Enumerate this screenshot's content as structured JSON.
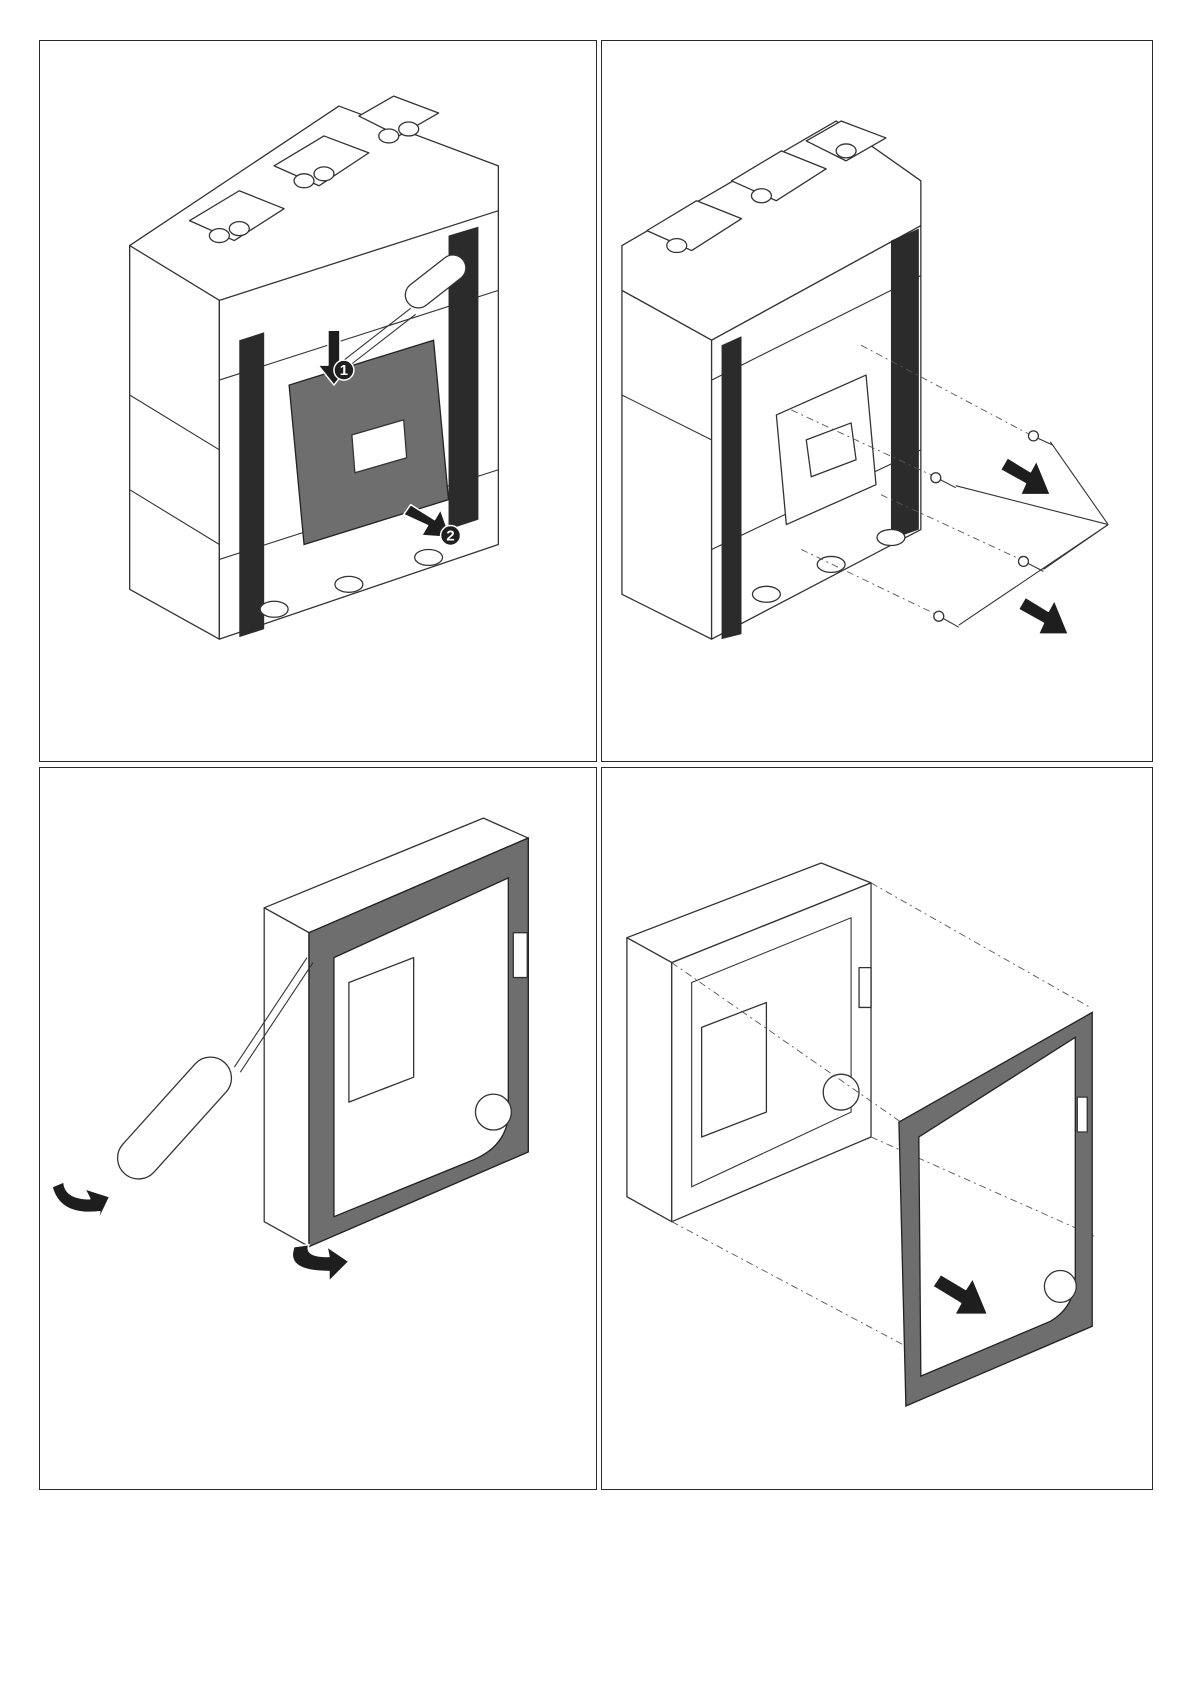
{
  "steps": [
    {
      "id": "p1",
      "callouts": [
        "1",
        "2"
      ]
    },
    {
      "id": "p2",
      "callouts": []
    },
    {
      "id": "p3",
      "callouts": []
    },
    {
      "id": "p4",
      "callouts": []
    }
  ],
  "colors": {
    "line": "#333333",
    "fin": "#2b2b2b",
    "plate": "#6e6e6e",
    "arrow": "#1e1e1e"
  }
}
